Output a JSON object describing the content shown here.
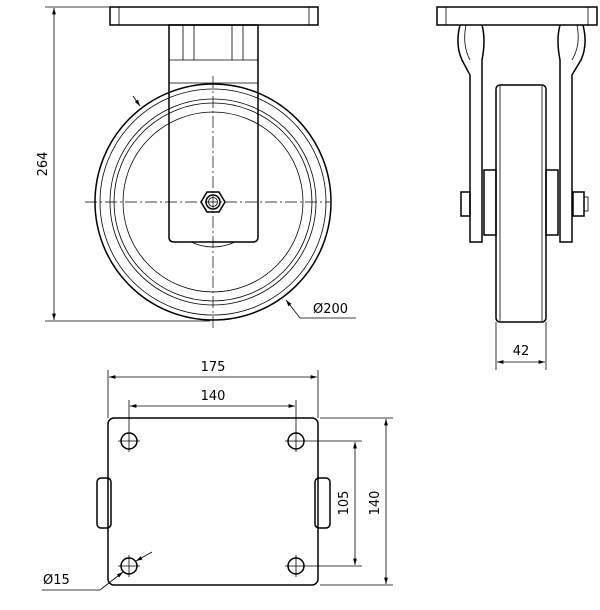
{
  "drawing": {
    "views": [
      "front",
      "side",
      "top"
    ],
    "line_color": "#000000",
    "background": "#ffffff"
  },
  "dimensions": {
    "overall_height": "264",
    "wheel_diameter": "Ø200",
    "wheel_width": "42",
    "plate_width": "175",
    "hole_spacing_x": "140",
    "hole_spacing_y": "105",
    "plate_depth": "140",
    "hole_diameter": "Ø15"
  }
}
